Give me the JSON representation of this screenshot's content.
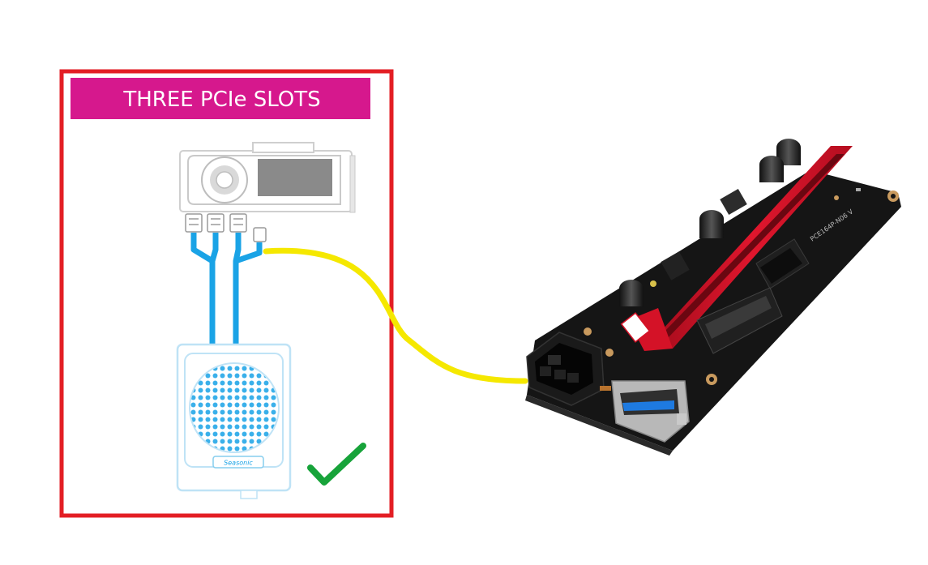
{
  "banner": {
    "title": "THREE PCIe SLOTS"
  },
  "psu": {
    "brand_text": "Seasonic"
  },
  "riser": {
    "board_label": "PCE164P-N06 V"
  },
  "colors": {
    "frame": "#e31e24",
    "banner": "#d6188d",
    "cable_psu": "#1aa3e6",
    "cable_link": "#f5e800",
    "check": "#17a33a",
    "slot_red": "#d41227",
    "board": "#151515",
    "usb_blue": "#1e7ae0"
  },
  "icons": [
    "check-icon",
    "fan-grille-icon"
  ]
}
